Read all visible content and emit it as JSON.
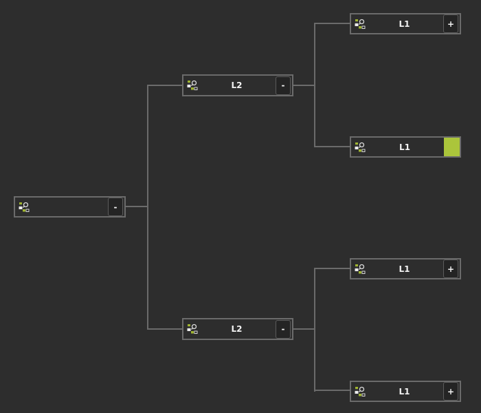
{
  "diagram": {
    "background_color": "#2d2d2d",
    "line_color": "#6b6b6b",
    "node_border_color": "#6b6b6b",
    "highlight_color": "#abc53b",
    "icon_name": "component-search-icon",
    "nodes": [
      {
        "id": "root",
        "label": "",
        "control": "collapse",
        "glyph": "-"
      },
      {
        "id": "l2-top",
        "label": "L2",
        "control": "collapse",
        "glyph": "-"
      },
      {
        "id": "l1-1",
        "label": "L1",
        "control": "expand",
        "glyph": "+"
      },
      {
        "id": "l1-2",
        "label": "L1",
        "control": "highlight",
        "glyph": ""
      },
      {
        "id": "l2-bottom",
        "label": "L2",
        "control": "collapse",
        "glyph": "-"
      },
      {
        "id": "l1-3",
        "label": "L1",
        "control": "expand",
        "glyph": "+"
      },
      {
        "id": "l1-4",
        "label": "L1",
        "control": "expand",
        "glyph": "+"
      }
    ],
    "edges": [
      "root-to-trunk1",
      "trunk1-vertical",
      "trunk1-to-l2-top",
      "trunk1-to-l2-bottom",
      "l2-top-to-trunk2",
      "trunk2-vertical",
      "trunk2-to-l1-1",
      "trunk2-to-l1-2",
      "l2-bottom-to-trunk3",
      "trunk3-vertical",
      "trunk3-to-l1-3",
      "trunk3-to-l1-4"
    ]
  }
}
